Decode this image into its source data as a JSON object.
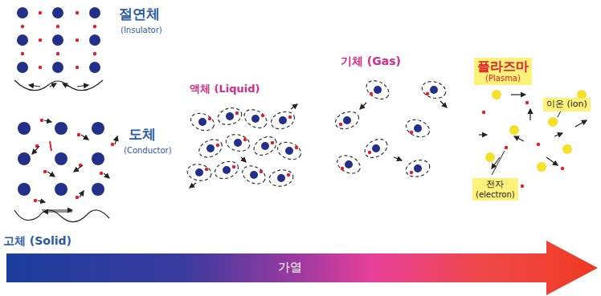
{
  "diagram": {
    "nodes": [
      {
        "text": [
          "플라즈마",
          "(Plasma)"
        ]
      },
      {
        "text": [
          "이온 (ion)"
        ]
      },
      {
        "text": [
          "전자",
          "(electron)"
        ]
      },
      {
        "text": [
          "가열"
        ]
      }
    ],
    "labels": [
      "절연체",
      "(Insulator)",
      "도체",
      "(Conductor)",
      "고체 (Solid)",
      "액체 (Liquid)",
      "기체 (Gas)"
    ]
  }
}
